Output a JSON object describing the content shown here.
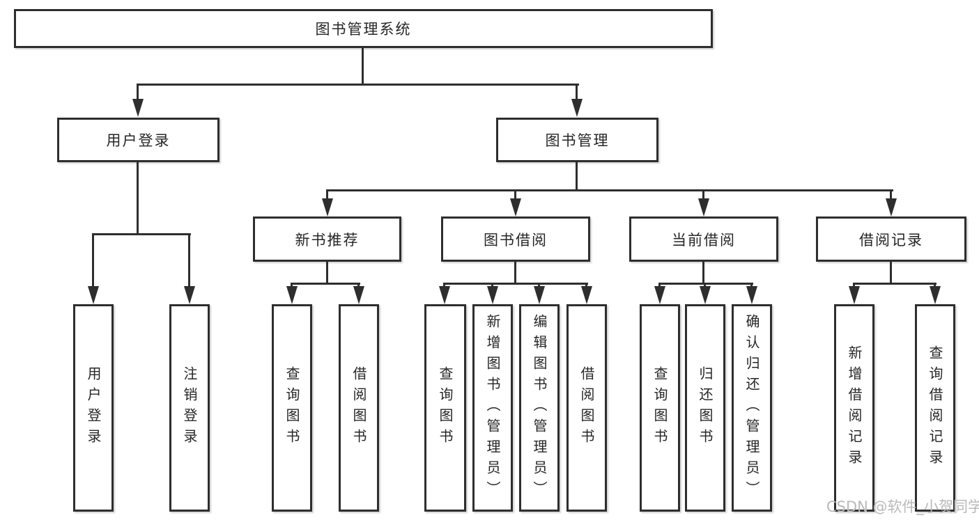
{
  "diagram": {
    "root": {
      "label": "图书管理系统"
    },
    "user_login": {
      "label": "用户登录",
      "children": [
        {
          "label": "用户登录"
        },
        {
          "label": "注销登录"
        }
      ]
    },
    "book_mgmt": {
      "label": "图书管理",
      "groups": [
        {
          "label": "新书推荐",
          "children": [
            {
              "label": "查询图书"
            },
            {
              "label": "借阅图书"
            }
          ]
        },
        {
          "label": "图书借阅",
          "children": [
            {
              "label": "查询图书"
            },
            {
              "label": "新增图书（管理员）"
            },
            {
              "label": "编辑图书（管理员）"
            },
            {
              "label": "借阅图书"
            }
          ]
        },
        {
          "label": "当前借阅",
          "children": [
            {
              "label": "查询图书"
            },
            {
              "label": "归还图书"
            },
            {
              "label": "确认归还（管理员）"
            }
          ]
        },
        {
          "label": "借阅记录",
          "children": [
            {
              "label": "新增借阅记录"
            },
            {
              "label": "查询借阅记录"
            }
          ]
        }
      ]
    }
  },
  "watermark": {
    "text": "CSDN @软件_小贺同学"
  },
  "colors": {
    "line": "#2e2e2e",
    "text": "#262626",
    "watermark": "#b9b9b9",
    "background": "#ffffff"
  }
}
